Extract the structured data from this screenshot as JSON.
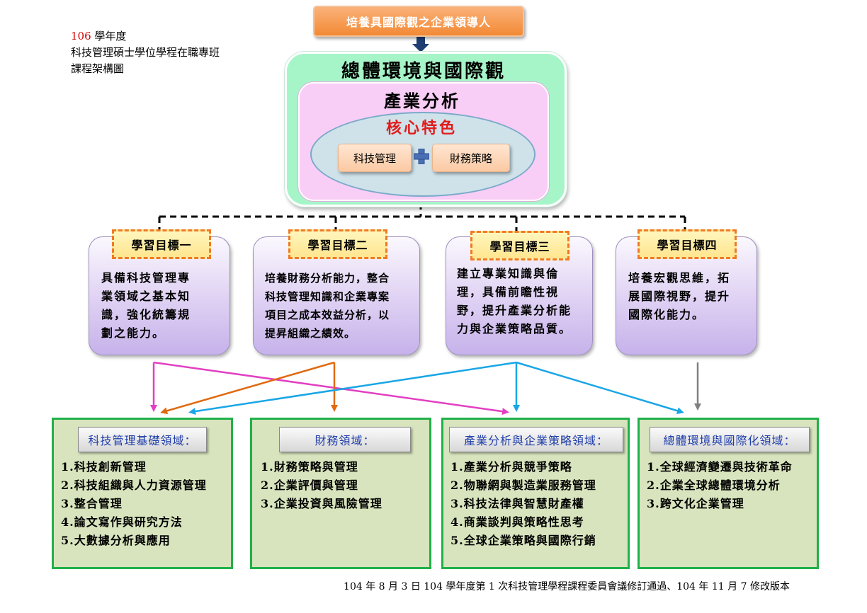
{
  "note": {
    "year": "106",
    "year_suffix": " 學年度",
    "line2": "科技管理碩士學位學程在職專班",
    "line3": "課程架構圖"
  },
  "banner": "培養具國際觀之企業領導人",
  "core": {
    "outer_title": "總體環境與國際觀",
    "middle_title": "產業分析",
    "inner_title": "核心特色",
    "pill_left": "科技管理",
    "pill_right": "財務策略"
  },
  "goals": [
    {
      "tag": "學習目標一",
      "lines": [
        "具備科技管理專",
        "業領域之基本知",
        "識，強化統籌規",
        "劃之能力。"
      ]
    },
    {
      "tag": "學習目標二",
      "lines": [
        "培養財務分析能力，整合",
        "科技管理知識和企業專案",
        "項目之成本效益分析，以",
        "提昇組織之績效。"
      ]
    },
    {
      "tag": "學習目標三",
      "lines": [
        "建立專業知識與倫",
        "理，具備前瞻性視",
        "野，提升產業分析能",
        "力與企業策略品質。"
      ]
    },
    {
      "tag": "學習目標四",
      "lines": [
        "培養宏觀思維，拓",
        "展國際視野，提升",
        "國際化能力。"
      ]
    }
  ],
  "domains": [
    {
      "title": "科技管理基礎領域：",
      "items": [
        "1.科技創新管理",
        "2.科技組織與人力資源管理",
        "3.整合管理",
        "4.論文寫作與研究方法",
        "5.大數據分析與應用"
      ]
    },
    {
      "title": "財務領域：",
      "items": [
        "1.財務策略與管理",
        "2.企業評價與管理",
        "3.企業投資與風險管理"
      ]
    },
    {
      "title": "產業分析與企業策略領域：",
      "items": [
        "1.產業分析與競爭策略",
        "2.物聯網與製造業服務管理",
        "3.科技法律與智慧財產權",
        "4.商業談判與策略性思考",
        "5.全球企業策略與國際行銷"
      ]
    },
    {
      "title": "總體環境與國際化領域：",
      "items": [
        "1.全球經濟變遷與技術革命",
        "2.企業全球總體環境分析",
        "3.跨文化企業管理"
      ]
    }
  ],
  "footer": "104 年 8 月 3 日 104 學年度第 1 次科技管理學程課程委員會議修訂通過、104 年 11 月 7 修改版本",
  "colors": {
    "arrow_goal1": "#e23fc2",
    "arrow_goal2": "#e06a10",
    "arrow_goal3": "#19a6e6",
    "arrow_goal4": "#808080",
    "banner": "#f28a35",
    "domain_border": "#20b04a"
  }
}
